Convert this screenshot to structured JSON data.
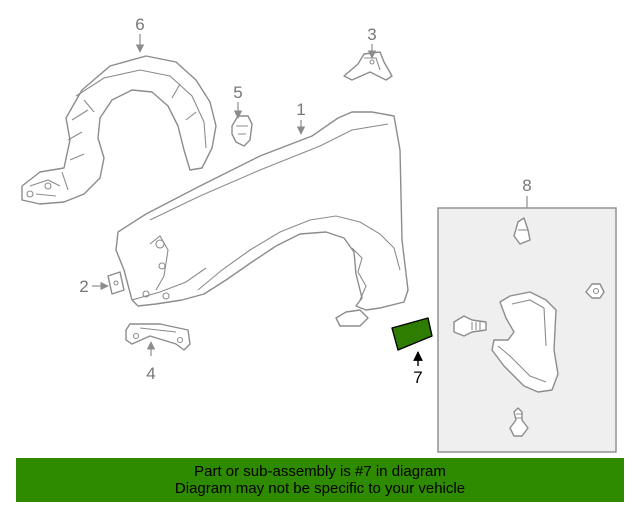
{
  "callouts": {
    "c1": "1",
    "c2": "2",
    "c3": "3",
    "c4": "4",
    "c5": "5",
    "c6": "6",
    "c7": "7",
    "c8": "8"
  },
  "highlight_part": "7",
  "colors": {
    "highlight_fill": "#2e7d00",
    "banner_background": "#2e8b00",
    "line": "#8c8c8c"
  },
  "banner": {
    "line1": "Part or sub-assembly is #7 in diagram",
    "line2": "Diagram may not be specific to your vehicle"
  }
}
